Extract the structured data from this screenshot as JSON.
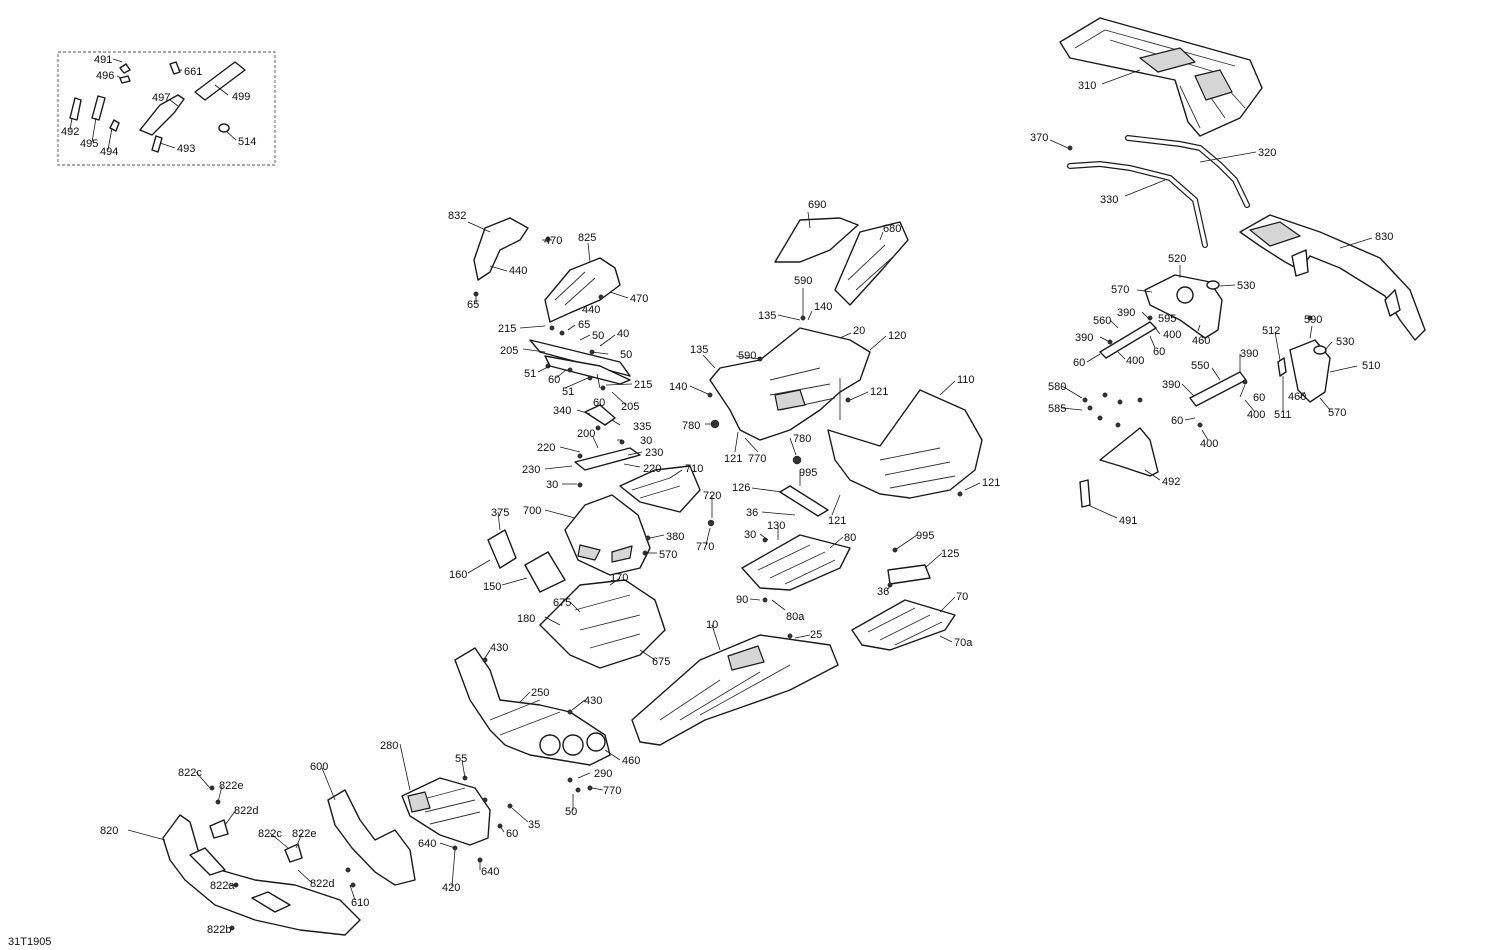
{
  "drawing_code": "31T1905",
  "callouts": {
    "c491a": "491",
    "c496": "496",
    "c661": "661",
    "c499": "499",
    "c497": "497",
    "c492a": "492",
    "c495": "495",
    "c494": "494",
    "c493": "493",
    "c514": "514",
    "c310": "310",
    "c370": "370",
    "c320": "320",
    "c330": "330",
    "c830": "830",
    "c520": "520",
    "c570a": "570",
    "c530a": "530",
    "c390a": "390",
    "c595": "595",
    "c560": "560",
    "c400a": "400",
    "c390b": "390",
    "c460a": "460",
    "c60a": "60",
    "c60b": "60",
    "c400b": "400",
    "c512": "512",
    "c590a": "590",
    "c530b": "530",
    "c510": "510",
    "c390c": "390",
    "c550": "550",
    "c390d": "390",
    "c580": "580",
    "c60c": "60",
    "c460b": "460",
    "c585": "585",
    "c400c": "400",
    "c511": "511",
    "c570b": "570",
    "c60d": "60",
    "c400d": "400",
    "c492b": "492",
    "c491b": "491",
    "c832": "832",
    "c470a": "470",
    "c825": "825",
    "c440a": "440",
    "c470b": "470",
    "c65a": "65",
    "c440b": "440",
    "c215a": "215",
    "c65b": "65",
    "c50a": "50",
    "c40": "40",
    "c205a": "205",
    "c50b": "50",
    "c51a": "51",
    "c60e": "60",
    "c51b": "51",
    "c215b": "215",
    "c60f": "60",
    "c205b": "205",
    "c690": "690",
    "c680": "680",
    "c590b": "590",
    "c135a": "135",
    "c140a": "140",
    "c20": "20",
    "c120": "120",
    "c135b": "135",
    "c590c": "590",
    "c140b": "140",
    "c121a": "121",
    "c110": "110",
    "c780a": "780",
    "c121b": "121",
    "c770a": "770",
    "c780b": "780",
    "c995a": "995",
    "c126": "126",
    "c36a": "36",
    "c121c": "121",
    "c121d": "121",
    "c340": "340",
    "c335": "335",
    "c200": "200",
    "c30a": "30",
    "c220a": "220",
    "c230a": "230",
    "c230b": "230",
    "c220b": "220",
    "c30b": "30",
    "c710": "710",
    "c720": "720",
    "c770b": "770",
    "c375": "375",
    "c700": "700",
    "c380": "380",
    "c570c": "570",
    "c160": "160",
    "c150": "150",
    "c130": "130",
    "c30c": "30",
    "c80": "80",
    "c90": "90",
    "c80a": "80a",
    "c995b": "995",
    "c125": "125",
    "c36b": "36",
    "c70": "70",
    "c70a": "70a",
    "c170": "170",
    "c675a": "675",
    "c180": "180",
    "c675b": "675",
    "c10": "10",
    "c25": "25",
    "c430a": "430",
    "c250": "250",
    "c430b": "430",
    "c460c": "460",
    "c280": "280",
    "c55": "55",
    "c290": "290",
    "c770c": "770",
    "c50c": "50",
    "c35": "35",
    "c60g": "60",
    "c640a": "640",
    "c640b": "640",
    "c420": "420",
    "c600": "600",
    "c610": "610",
    "c822c_a": "822c",
    "c822e_a": "822e",
    "c822d_a": "822d",
    "c820": "820",
    "c822c_b": "822c",
    "c822e_b": "822e",
    "c822d_b": "822d",
    "c822a": "822a",
    "c822b": "822b"
  }
}
